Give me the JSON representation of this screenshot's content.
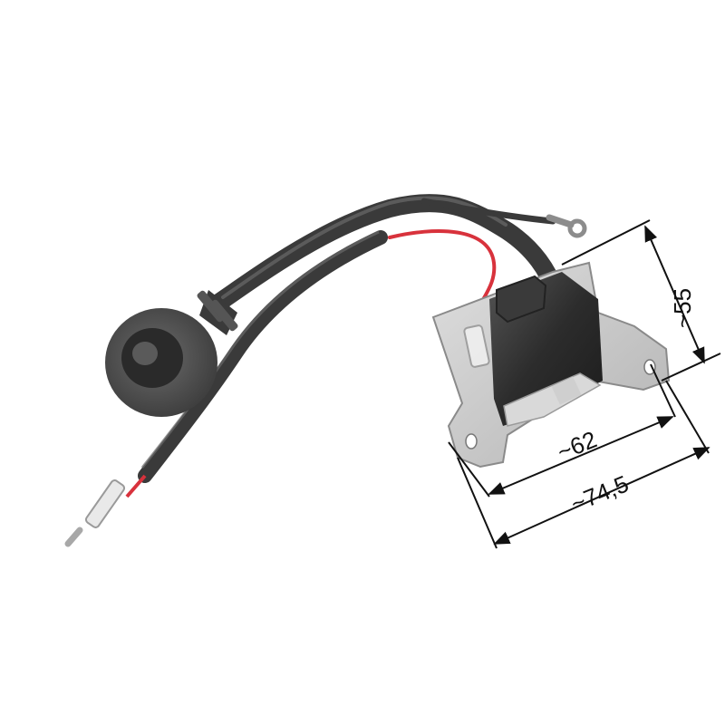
{
  "product": {
    "name": "ignition-coil",
    "colors": {
      "cable": "#3a3a3a",
      "cable_highlight": "#6a6a6a",
      "boot": "#4a4a4a",
      "red_wire": "#d8323c",
      "bracket": "#c9c9c9",
      "coil_body": "#2c2c2c",
      "dimension_line": "#111111"
    }
  },
  "dimensions": {
    "height_label": "~55",
    "inner_width_label": "~62",
    "outer_width_label": "~74,5"
  }
}
